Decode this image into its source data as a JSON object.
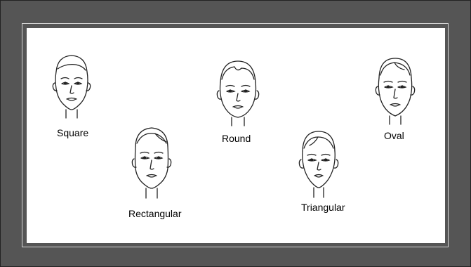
{
  "faces": [
    {
      "label": "Square",
      "icon": "face-square-icon"
    },
    {
      "label": "Rectangular",
      "icon": "face-rectangular-icon"
    },
    {
      "label": "Round",
      "icon": "face-round-icon"
    },
    {
      "label": "Triangular",
      "icon": "face-triangular-icon"
    },
    {
      "label": "Oval",
      "icon": "face-oval-icon"
    }
  ],
  "colors": {
    "frame": "#555555",
    "panel": "#ffffff",
    "ink": "#000000"
  }
}
